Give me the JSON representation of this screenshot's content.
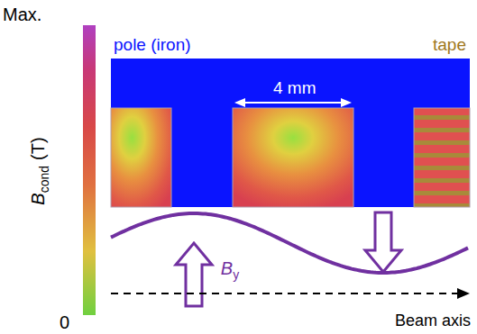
{
  "diagram": {
    "labels": [
      "Max.",
      "0",
      "B",
      "cond",
      "(T)",
      "pole (iron)",
      "tape",
      "4 mm",
      "B",
      "y",
      "Beam axis"
    ]
  }
}
